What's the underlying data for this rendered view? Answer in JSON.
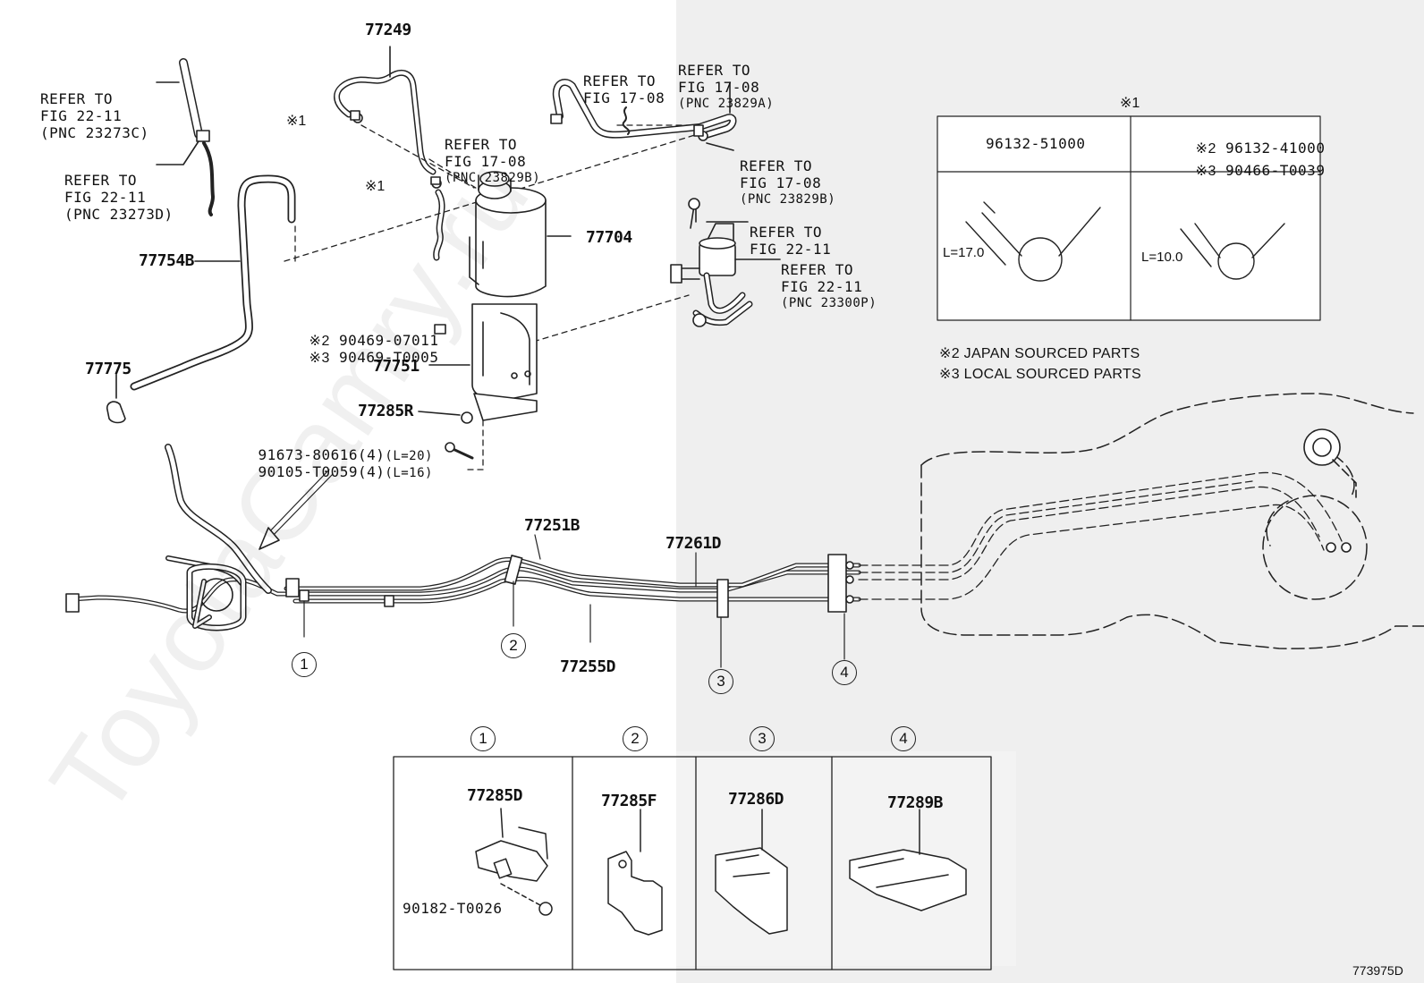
{
  "watermark": "ToyotaCamry.ru",
  "part_numbers": {
    "p77249": "77249",
    "p77704": "77704",
    "p77754B": "77754B",
    "p77775": "77775",
    "p77751": "77751",
    "p77285R": "77285R",
    "p77251B": "77251B",
    "p77261D": "77261D",
    "p77255D": "77255D"
  },
  "refs": {
    "fig2211_c": [
      "REFER TO",
      "FIG 22-11",
      "(PNC 23273C)"
    ],
    "fig2211_d": [
      "REFER TO",
      "FIG 22-11",
      "(PNC 23273D)"
    ],
    "fig1708_b1": [
      "REFER TO",
      "FIG 17-08",
      "(PNC 23829B)"
    ],
    "fig1708_plain": [
      "REFER TO",
      "FIG 17-08"
    ],
    "fig1708_a": [
      "REFER TO",
      "FIG 17-08",
      "(PNC 23829A)"
    ],
    "fig1708_b2": [
      "REFER TO",
      "FIG 17-08",
      "(PNC 23829B)"
    ],
    "fig2211_plain": [
      "REFER TO",
      "FIG 22-11"
    ],
    "fig2211_p": [
      "REFER TO",
      "FIG 22-11",
      "(PNC 23300P)"
    ]
  },
  "marks": {
    "m1": "※1",
    "m2": "※2",
    "m3": "※3"
  },
  "bolts": {
    "jp": "90469-07011",
    "local": "90469-T0005",
    "b1": "91673-80616(4)",
    "b1_len": "(L=20)",
    "b2": "90105-T0059(4)",
    "b2_len": "(L=16)"
  },
  "clip_table": {
    "header_mark": "※1",
    "col1_part": "96132-51000",
    "col2_jp": "96132-41000",
    "col2_local": "90466-T0039",
    "len1": "L=17.0",
    "len2": "L=10.0"
  },
  "notes": {
    "n2": "※2 JAPAN SOURCED PARTS",
    "n3": "※3 LOCAL SOURCED PARTS"
  },
  "callouts": [
    "1",
    "2",
    "3",
    "4"
  ],
  "bottom_table": {
    "c1_part": "77285D",
    "c1_sub": "90182-T0026",
    "c2_part": "77285F",
    "c3_part": "77286D",
    "c4_part": "77289B"
  },
  "diagram_id": "773975D"
}
